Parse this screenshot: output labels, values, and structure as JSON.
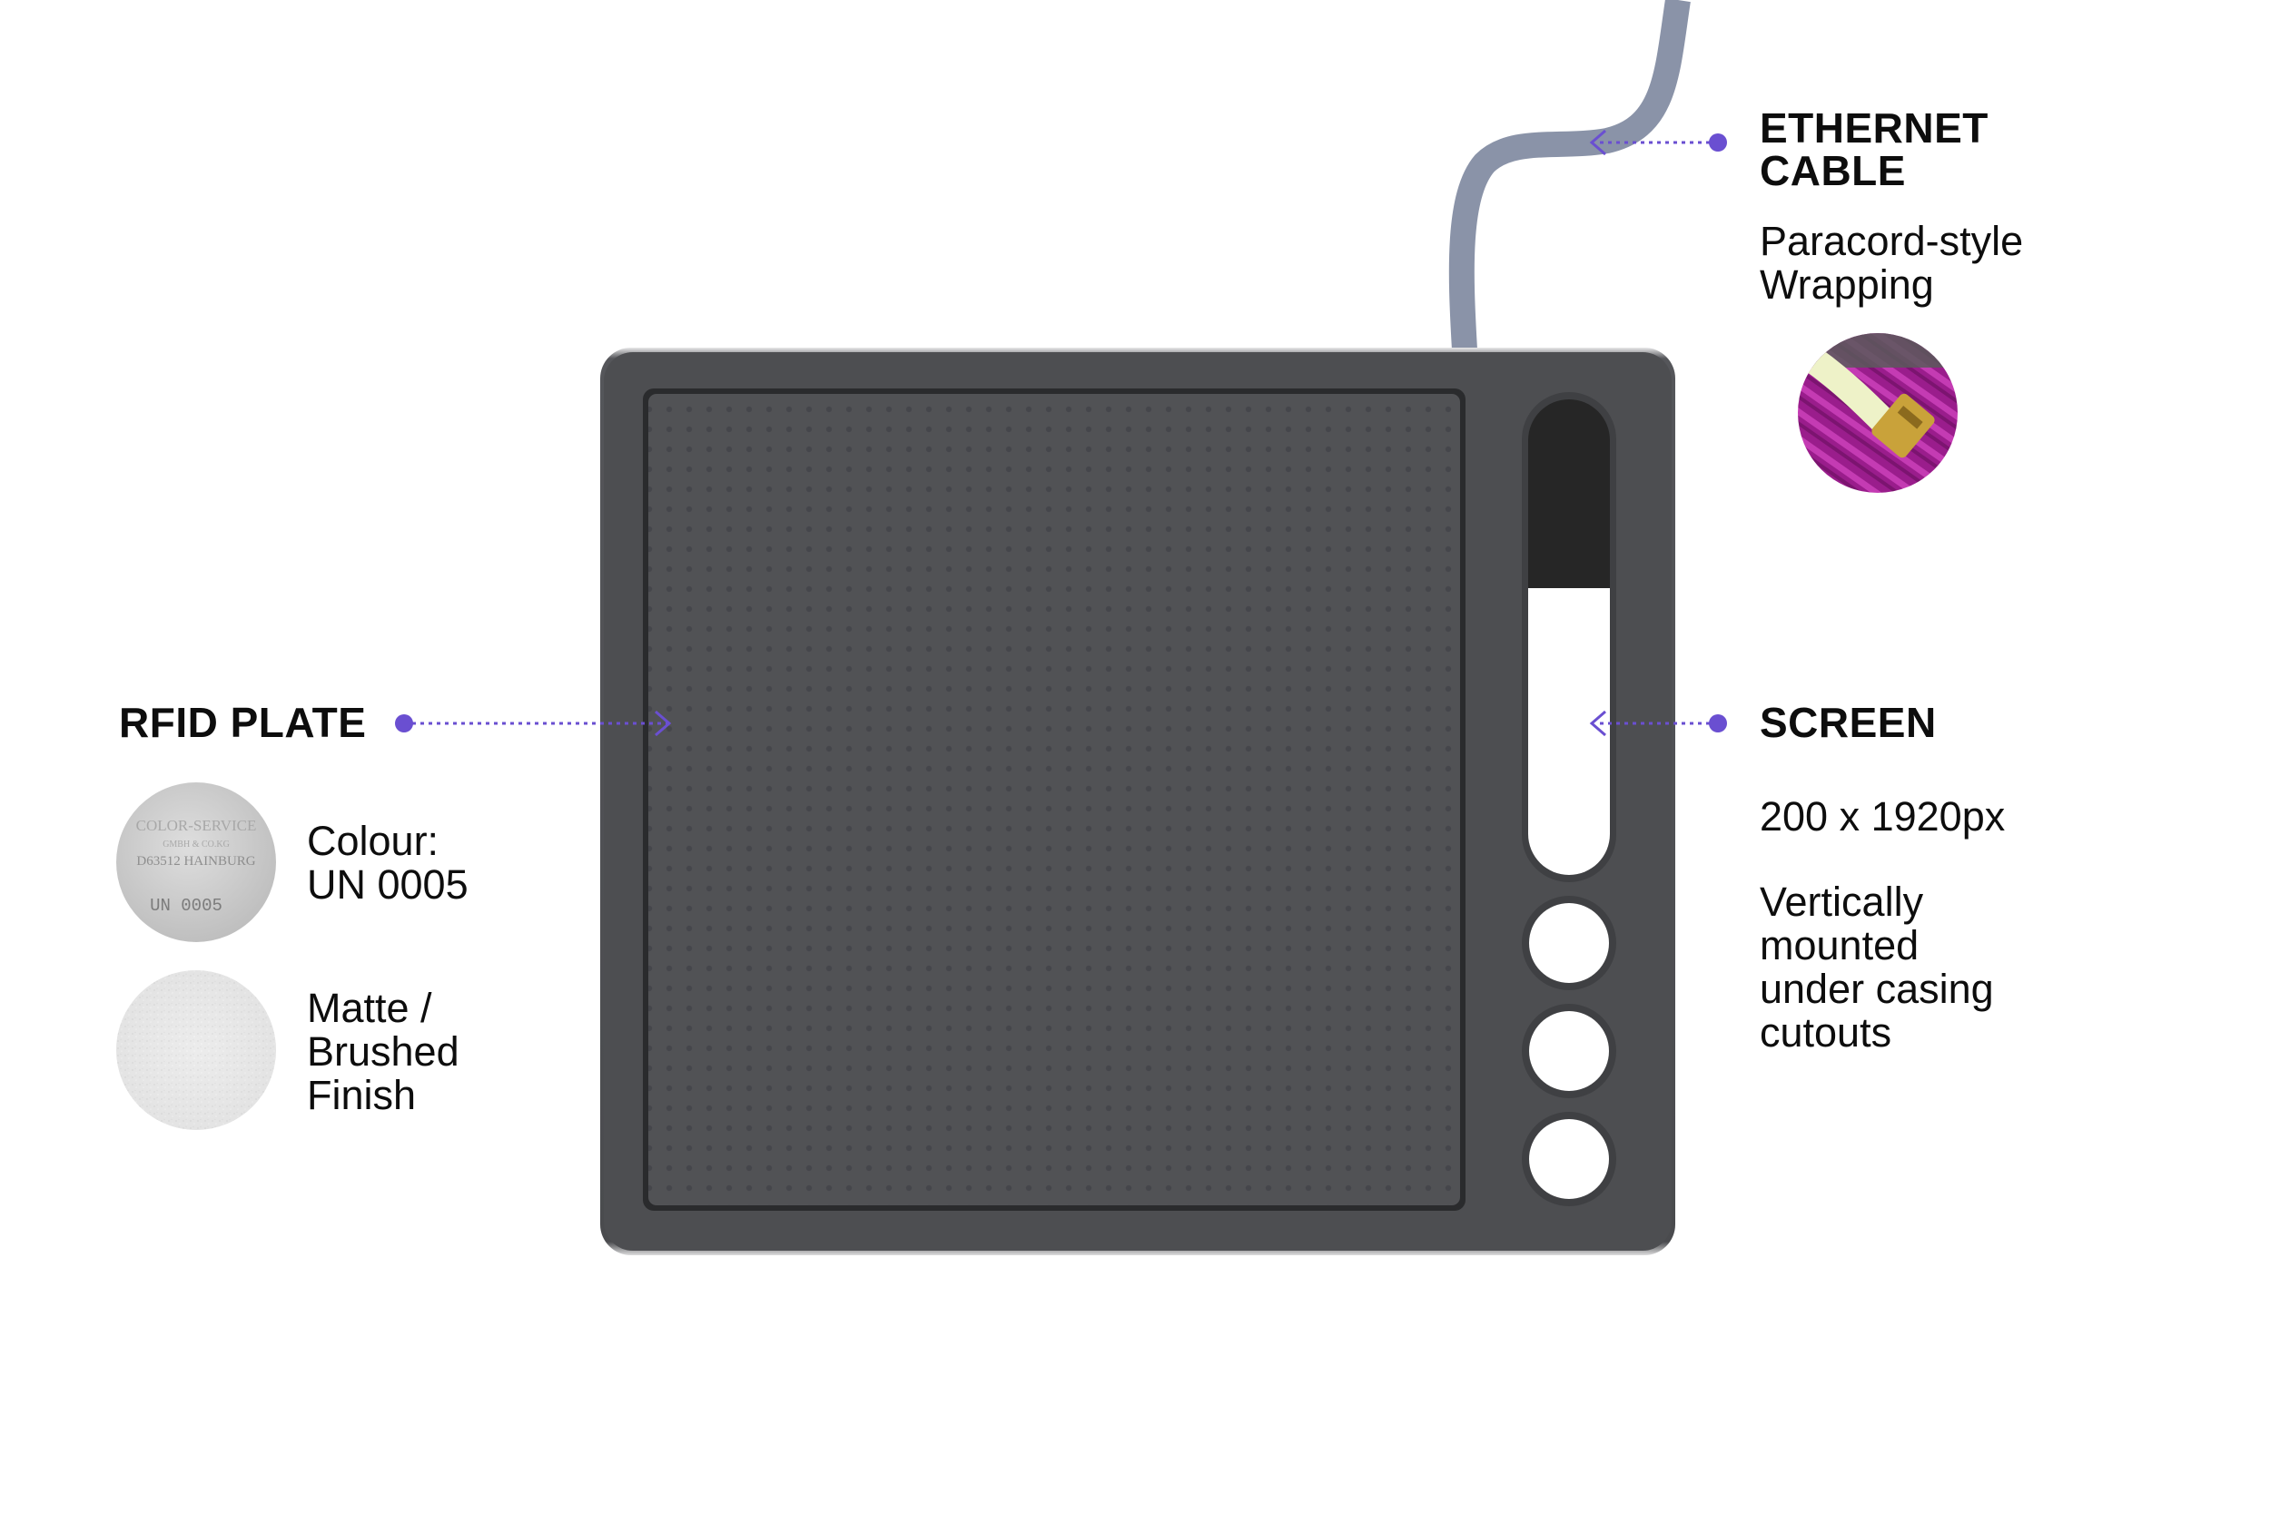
{
  "ethernet": {
    "heading": "ETHERNET\nCABLE",
    "description": "Paracord-style\nWrapping"
  },
  "rfid": {
    "heading": "RFID PLATE",
    "colour_label": "Colour:\nUN 0005",
    "finish_label": "Matte /\nBrushed\nFinish",
    "swatch_text": {
      "line1": "COLOR-SERVICE",
      "line2": "GMBH & CO.KG",
      "line3": "D63512 HAINBURG",
      "line4": "UN 0005"
    }
  },
  "screen": {
    "heading": "SCREEN",
    "resolution": "200 x 1920px",
    "description": "Vertically\nmounted\nunder casing\ncutouts"
  },
  "colors": {
    "accent": "#6a4fd1",
    "casing": "#4c4d50",
    "plate": "#505154",
    "cable": "#8a93a8",
    "screen_dark": "#262626",
    "screen_light": "#ffffff",
    "cord_purple": "#b0219f"
  },
  "icons": {
    "pointer_dot": "circle",
    "pointer_arrow": "chevron"
  }
}
